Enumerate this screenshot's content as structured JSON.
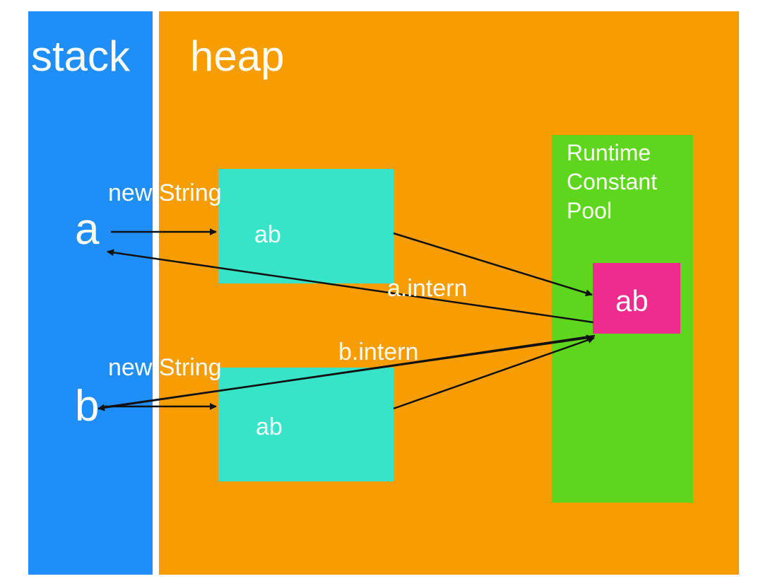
{
  "regions": {
    "stack": {
      "label": "stack",
      "color": "#1f8ef8"
    },
    "heap": {
      "label": "heap",
      "color": "#f89d00"
    },
    "pool": {
      "label": "Runtime Constant Pool",
      "color": "#5fd61e"
    }
  },
  "variables": {
    "a": "a",
    "b": "b"
  },
  "objects": {
    "heap_a": {
      "text": "ab",
      "color": "#38e4c7"
    },
    "heap_b": {
      "text": "ab",
      "color": "#38e4c7"
    },
    "pool_ab": {
      "text": "ab",
      "color": "#ef2b8e"
    }
  },
  "edges": {
    "new_a": "new String",
    "new_b": "new String",
    "intern_a": "a.intern",
    "intern_b": "b.intern"
  }
}
